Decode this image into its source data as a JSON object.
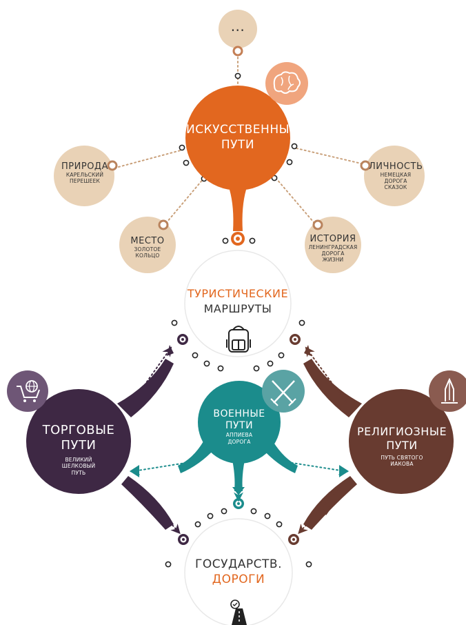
{
  "colors": {
    "orange": "#e2671f",
    "orange_light": "#f0a57e",
    "beige": "#e9d2b6",
    "beige_dark": "#b9835d",
    "teal": "#1b8c8c",
    "teal_light": "#5aa3a4",
    "purple": "#3e2844",
    "purple_light": "#6e5676",
    "brown": "#683b30",
    "brown_light": "#8a5b50",
    "dots": "#c9a07a"
  },
  "top_placeholder": "...",
  "center_artificial": {
    "line1": "ИСКУССТВЕННЫЕ",
    "line2": "ПУТИ",
    "icon": "brain-icon"
  },
  "satellites": {
    "nature": {
      "title": "ПРИРОДА",
      "sub1": "КАРЕЛЬСКИЙ",
      "sub2": "ПЕРЕШЕЕК"
    },
    "personality": {
      "title": "ЛИЧНОСТЬ",
      "sub1": "НЕМЕЦКАЯ",
      "sub2": "ДОРОГА",
      "sub3": "СКАЗОК"
    },
    "place": {
      "title": "МЕСТО",
      "sub1": "ЗОЛОТОЕ",
      "sub2": "КОЛЬЦО"
    },
    "history": {
      "title": "ИСТОРИЯ",
      "sub1": "ЛЕНИНГРАДСКАЯ",
      "sub2": "ДОРОГА",
      "sub3": "ЖИЗНИ"
    }
  },
  "tourist": {
    "line1": "ТУРИСТИЧЕСКИЕ",
    "line2": "МАРШРУТЫ",
    "icon": "backpack-icon"
  },
  "trade": {
    "line1": "ТОРГОВЫЕ",
    "line2": "ПУТИ",
    "sub1": "ВЕЛИКИЙ",
    "sub2": "ШЕЛКОВЫЙ",
    "sub3": "ПУТЬ",
    "icon": "shopping-cart-globe-icon"
  },
  "military": {
    "line1": "ВОЕННЫЕ",
    "line2": "ПУТИ",
    "sub1": "АППИЕВА",
    "sub2": "ДОРОГА",
    "icon": "crossed-swords-icon"
  },
  "religious": {
    "line1": "РЕЛИГИОЗНЫЕ",
    "line2": "ПУТИ",
    "sub1": "ПУТЬ СВЯТОГО",
    "sub2": "ИАКОВА",
    "icon": "praying-hands-icon"
  },
  "state": {
    "line1": "ГОСУДАРСТВ.",
    "line2": "ДОРОГИ",
    "icon": "road-icon"
  }
}
